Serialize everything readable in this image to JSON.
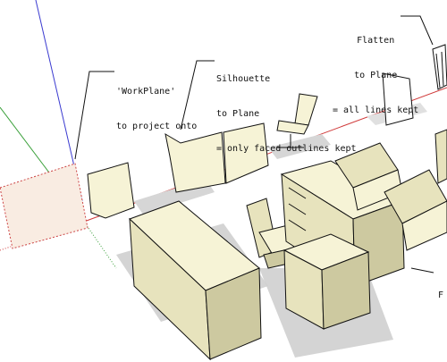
{
  "annotations": {
    "workplane": {
      "line1": "'WorkPlane'",
      "line2": "to project onto"
    },
    "silhouette": {
      "line1": "Silhouette",
      "line2": "to Plane",
      "line3": "= only faced outlines kept"
    },
    "flatten": {
      "line1": "Flatten",
      "line2": "to Plane",
      "line3": "= all lines kept"
    },
    "furniture_edge": {
      "line1": "F"
    }
  },
  "colors": {
    "face_light": "#f6f3d6",
    "face_mid": "#e7e3bd",
    "face_dark": "#cdc9a0",
    "workplane_fill": "#f9ece2",
    "axis_red": "#d03a3a",
    "axis_green": "#3aa03a",
    "axis_blue": "#3a3ad0",
    "shadow": "#c9c9c9"
  }
}
